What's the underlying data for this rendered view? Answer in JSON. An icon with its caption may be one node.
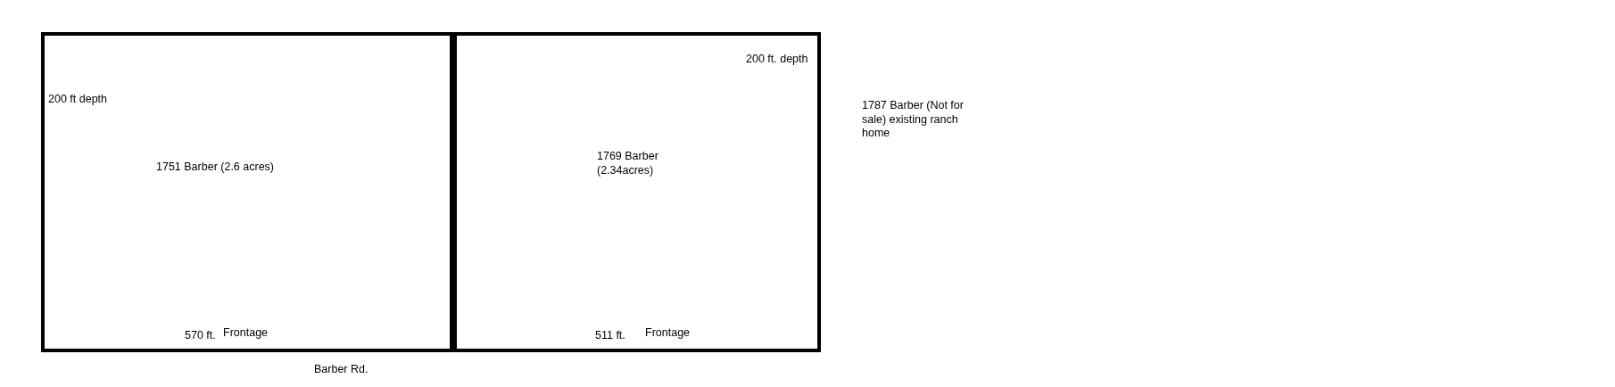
{
  "diagram": {
    "nodes": [
      {
        "text": [
          "1751 Barber (2.6 acres)"
        ]
      },
      {
        "text": [
          "1769 Barber (2.34acres)"
        ]
      }
    ],
    "labels": [
      "200 ft. depth",
      "200 ft depth",
      "1787 Barber (Not for sale) existing ranch home",
      "570 ft.",
      "Frontage",
      "511 ft.",
      "Frontage",
      "Barber Rd."
    ]
  }
}
